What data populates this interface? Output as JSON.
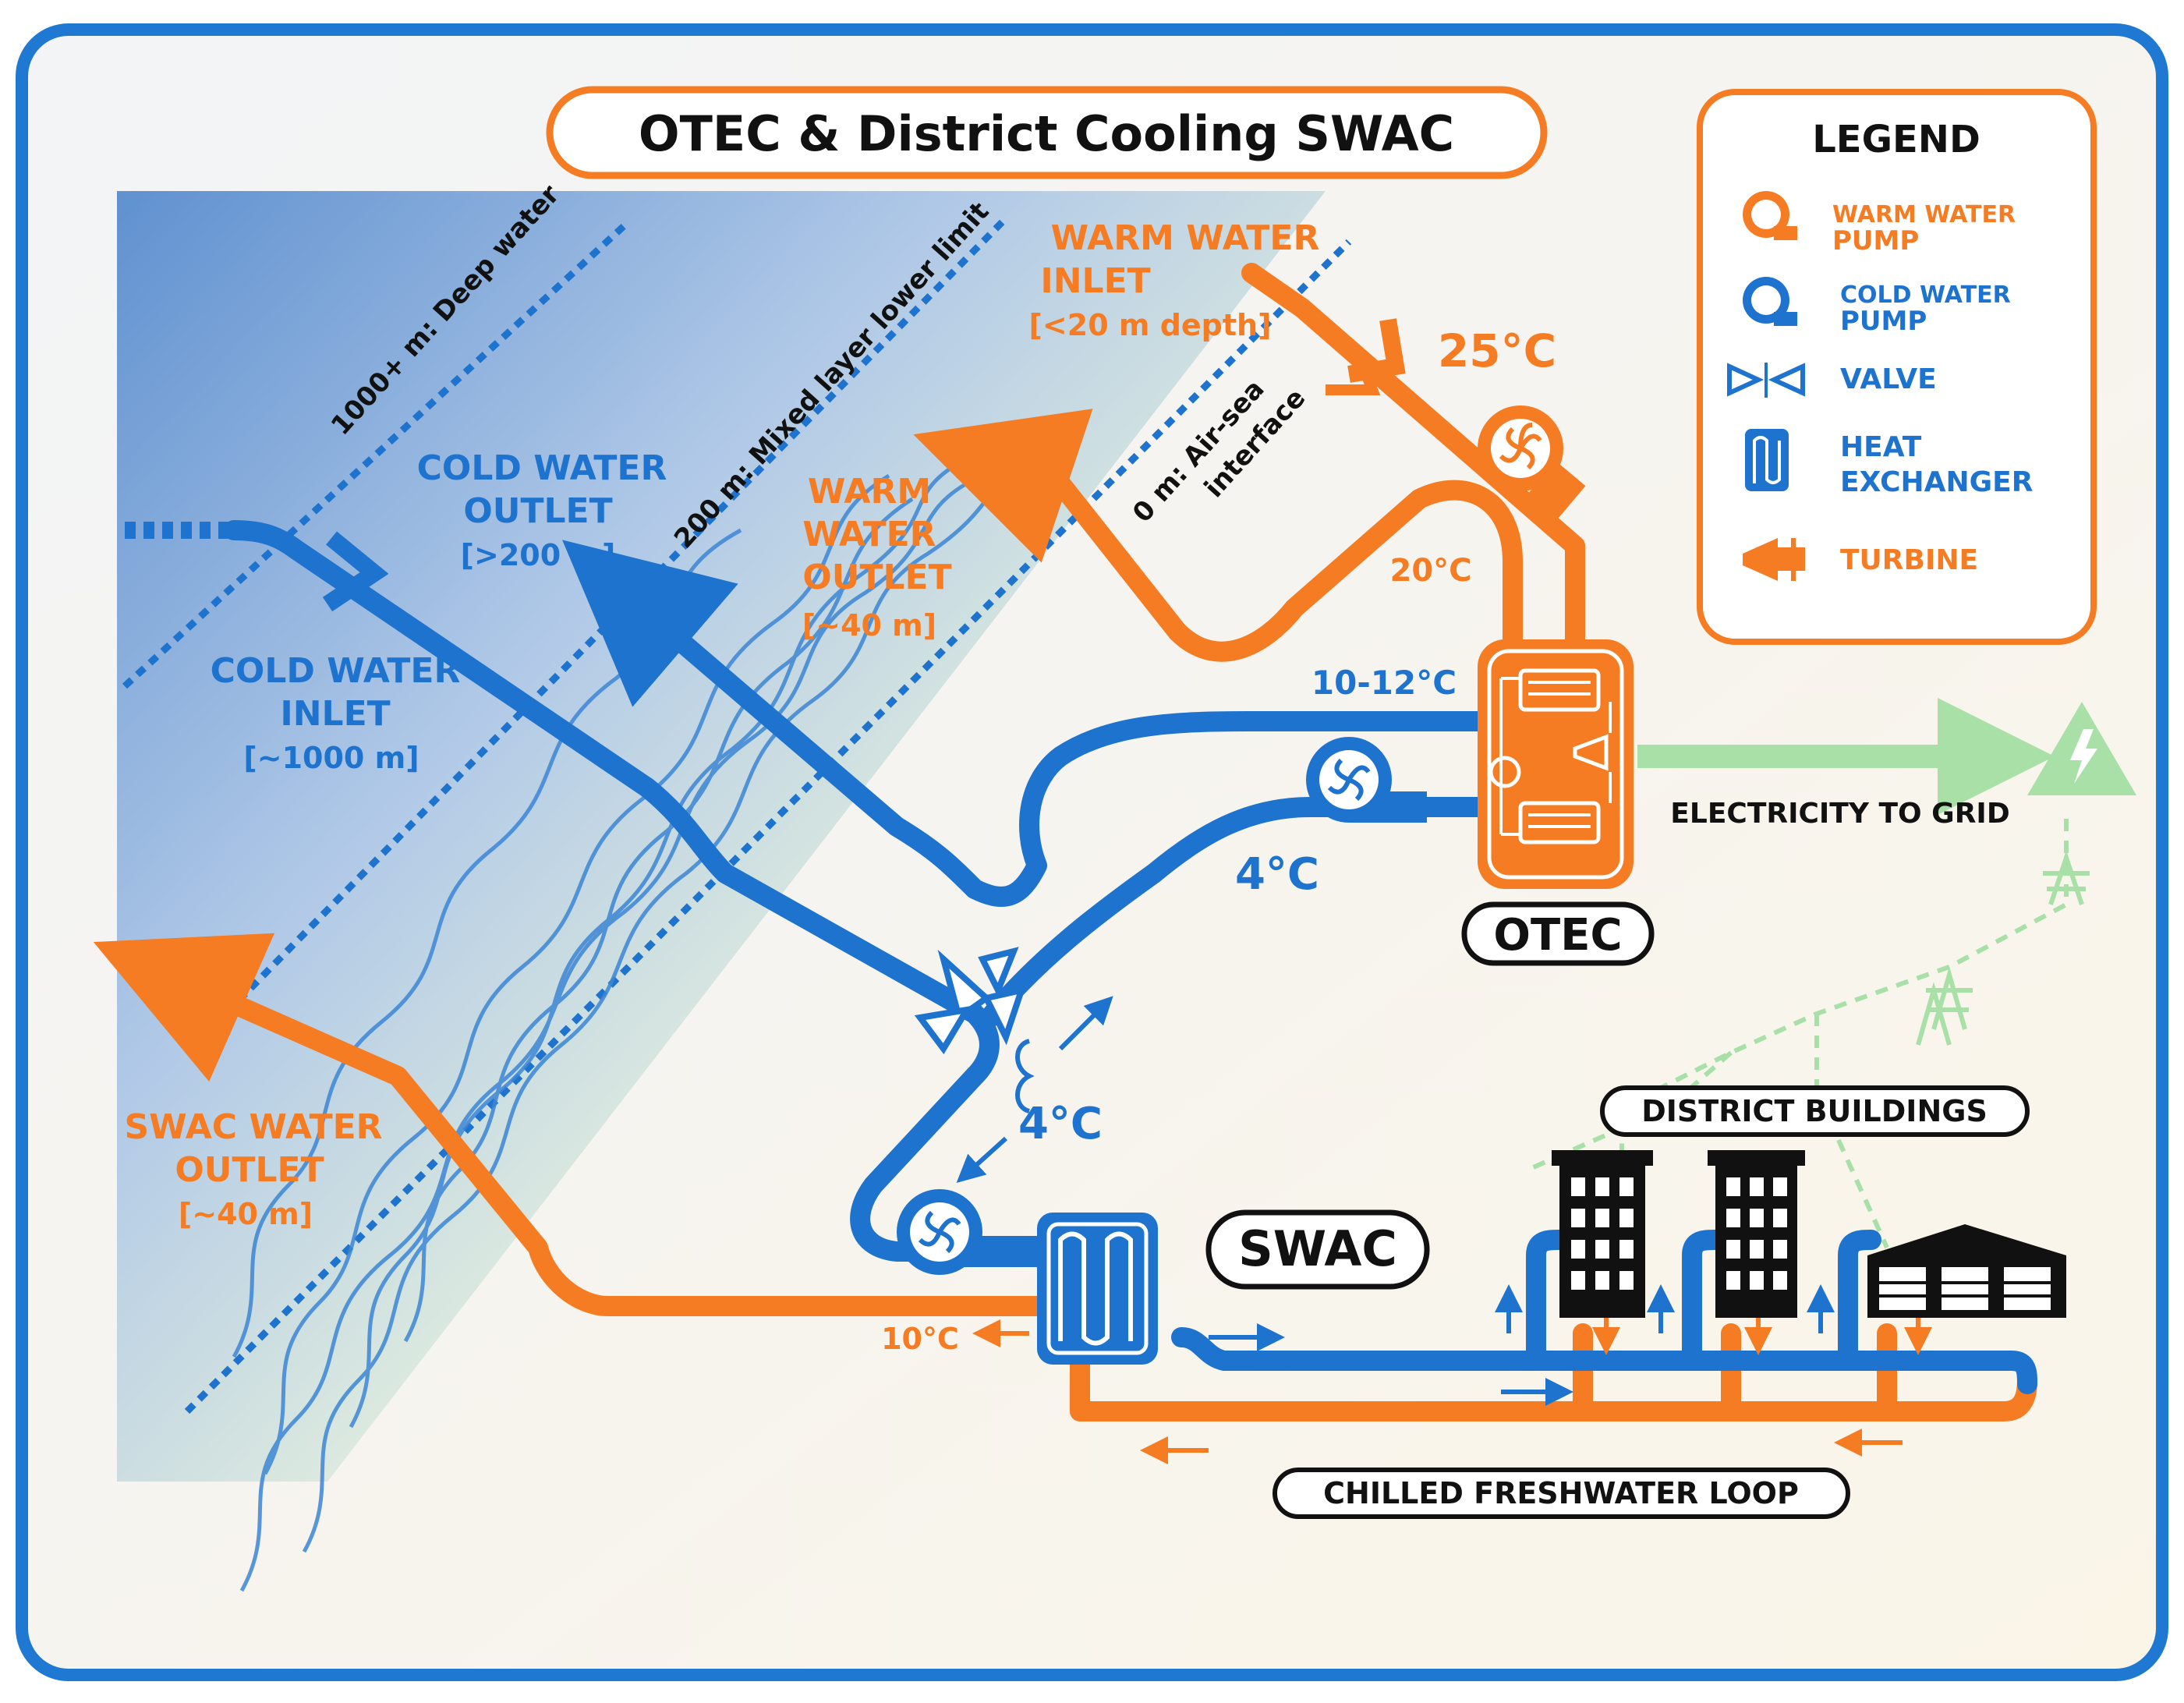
{
  "title": "OTEC & District Cooling SWAC",
  "colors": {
    "warm": "#f57c22",
    "cold": "#1e73cf",
    "frame": "#1f78d1",
    "electric": "#a8e0a8",
    "ink": "#111111"
  },
  "legend": {
    "heading": "LEGEND",
    "items": [
      {
        "icon": "warm-water-pump-icon",
        "line1": "WARM WATER",
        "line2": "PUMP"
      },
      {
        "icon": "cold-water-pump-icon",
        "line1": "COLD WATER",
        "line2": "PUMP"
      },
      {
        "icon": "valve-icon",
        "line1": "VALVE",
        "line2": ""
      },
      {
        "icon": "heat-exchanger-icon",
        "line1": "HEAT",
        "line2": "EXCHANGER"
      },
      {
        "icon": "turbine-icon",
        "line1": "TURBINE",
        "line2": ""
      }
    ]
  },
  "depth_lines": {
    "deep": "1000+ m: Deep water",
    "mixed": "200 m: Mixed layer lower limit",
    "surface1": "0 m: Air-sea",
    "surface2": "interface"
  },
  "labels": {
    "warm_inlet": [
      "WARM WATER",
      "INLET",
      "[<20 m depth]"
    ],
    "warm_outlet": [
      "WARM",
      "WATER",
      "OUTLET",
      "[~40 m]"
    ],
    "cold_outlet": [
      "COLD WATER",
      "OUTLET",
      "[>200 m]"
    ],
    "cold_inlet": [
      "COLD WATER",
      "INLET",
      "[~1000 m]"
    ],
    "swac_outlet": [
      "SWAC WATER",
      "OUTLET",
      "[~40 m]"
    ]
  },
  "temperatures": {
    "t25": "25°C",
    "t20": "20°C",
    "t1012": "10-12°C",
    "t4a": "4°C",
    "t4b": "4°C",
    "t10": "10°C"
  },
  "nodes": {
    "otec": "OTEC",
    "swac": "SWAC",
    "electricity": "ELECTRICITY  TO GRID",
    "district": "DISTRICT BUILDINGS",
    "loop": "CHILLED FRESHWATER LOOP"
  }
}
